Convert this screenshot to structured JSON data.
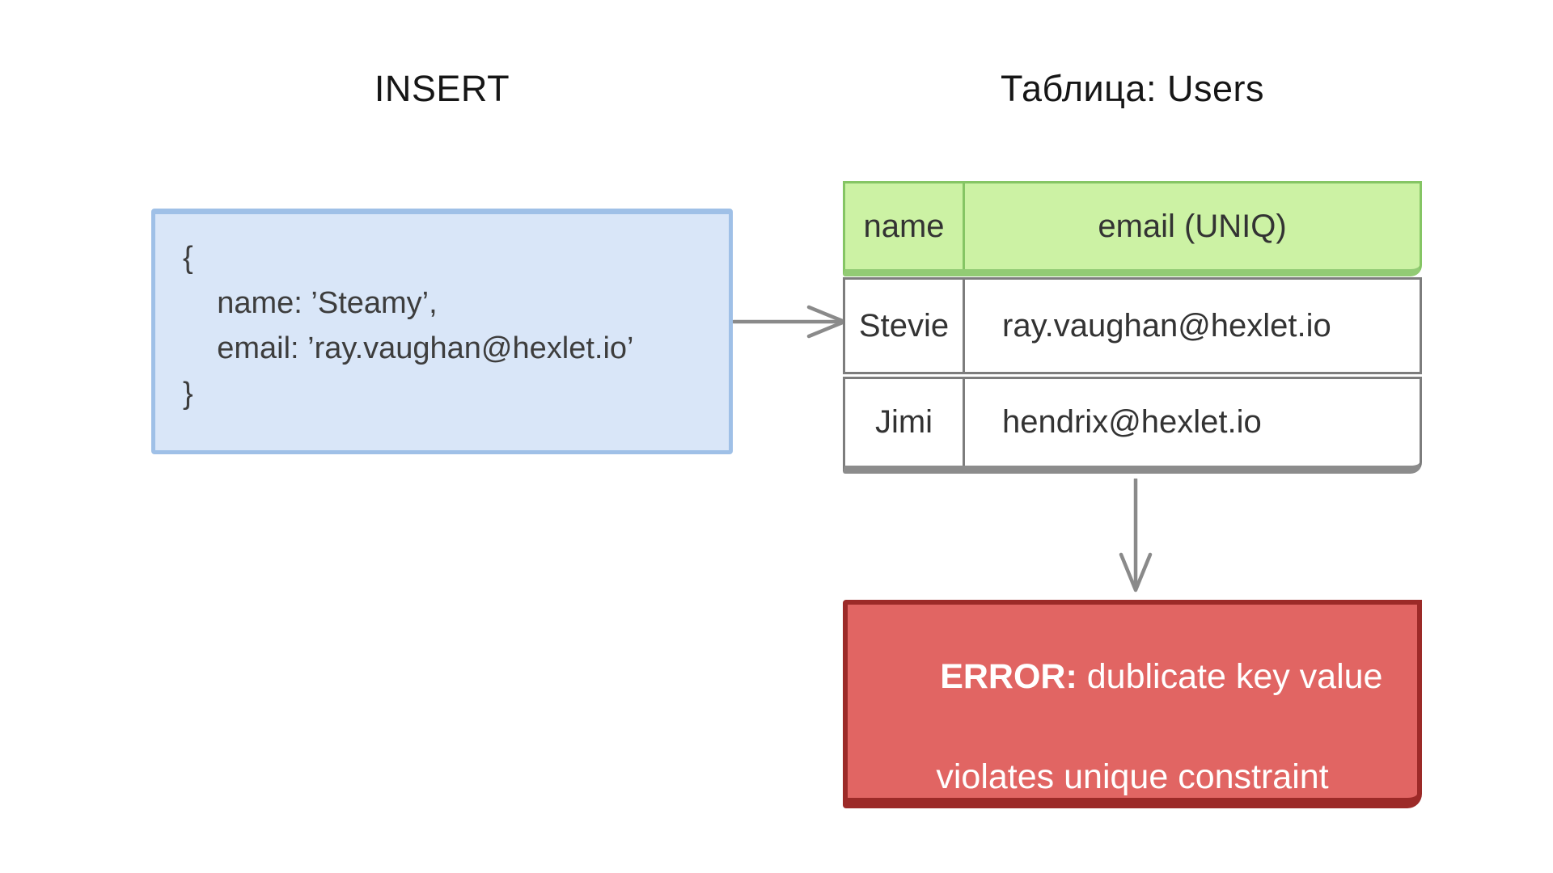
{
  "titles": {
    "left": "INSERT",
    "right": "Таблица: Users"
  },
  "code_box": {
    "lines": [
      "{",
      "    name: ’Steamy’,",
      "    email: ’ray.vaughan@hexlet.io’",
      "}"
    ]
  },
  "table": {
    "headers": [
      "name",
      "email (UNIQ)"
    ],
    "rows": [
      {
        "name": "Stevie",
        "email": "ray.vaughan@hexlet.io"
      },
      {
        "name": "Jimi",
        "email": "hendrix@hexlet.io"
      }
    ]
  },
  "error_box": {
    "prefix": "ERROR:",
    "line1_rest": " dublicate key value",
    "line2": "violates unique constraint"
  },
  "icons": {
    "insert_arrow": "arrow-right",
    "result_arrow": "arrow-down"
  },
  "colors": {
    "blue_fill": "#d9e6f8",
    "blue_border": "#9fc0e7",
    "green_fill": "#ccf2a4",
    "green_border": "#85c564",
    "green_shadow": "#92cb74",
    "gray_border": "#7d7d7d",
    "gray_shadow": "#8c8c8c",
    "red_fill": "#e16563",
    "red_border": "#9c2a28",
    "arrow_gray": "#8a8a8a",
    "text_dark": "#3d3d3d",
    "error_text": "#ffffff"
  }
}
